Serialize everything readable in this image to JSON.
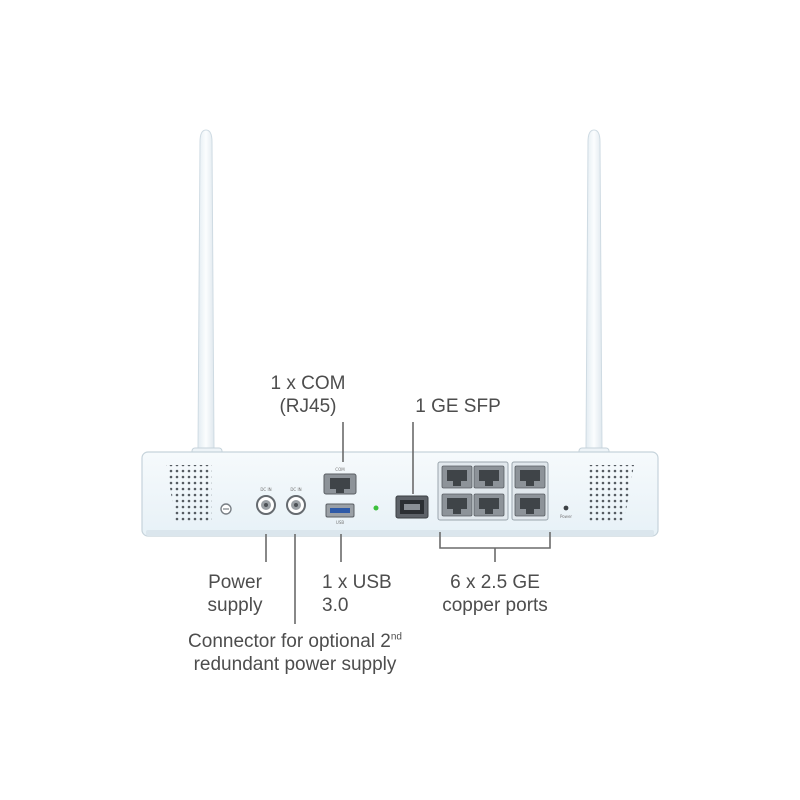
{
  "device": {
    "body_color": "#eef6fa",
    "edge_color": "#c9d6de",
    "antenna_color": "#f4f8fb",
    "port_color": "#8a9096",
    "led_color": "#3cc03c",
    "line_color": "#6b6b6b"
  },
  "labels": {
    "com": {
      "line1": "1 x COM",
      "line2": "(RJ45)"
    },
    "sfp": {
      "line1": "1 GE SFP"
    },
    "power": {
      "line1": "Power",
      "line2": "supply"
    },
    "usb": {
      "line1": "1 x USB",
      "line2": "3.0"
    },
    "copper": {
      "line1": "6 x 2.5 GE",
      "line2": "copper ports"
    },
    "redundant": {
      "line1": "Connector for optional 2",
      "line1_sup": "nd",
      "line2": "redundant power supply"
    }
  },
  "port_labels": {
    "com": "COM",
    "usb": "USB",
    "dc1": "DC IN",
    "dc2": "DC IN",
    "power": "Power"
  }
}
